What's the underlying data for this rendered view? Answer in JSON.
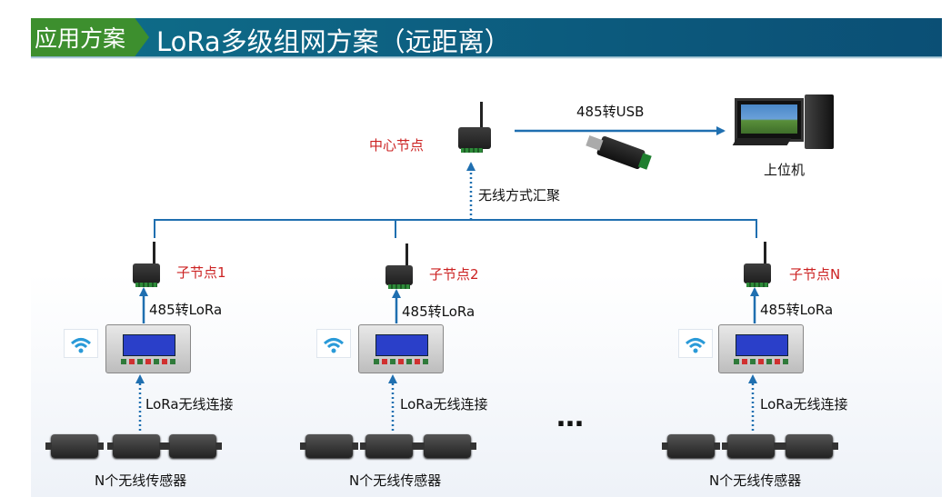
{
  "header": {
    "tag": "应用方案",
    "title": "LoRa多级组网方案（远距离）"
  },
  "center": {
    "label": "中心节点",
    "aggregation_label": "无线方式汇聚",
    "usb_label": "485转USB",
    "host_label": "上位机"
  },
  "subnodes": [
    {
      "label": "子节点1",
      "lora_label": "485转LoRa",
      "wireless_label": "LoRa无线连接",
      "sensors_label": "N个无线传感器"
    },
    {
      "label": "子节点2",
      "lora_label": "485转LoRa",
      "wireless_label": "LoRa无线连接",
      "sensors_label": "N个无线传感器"
    },
    {
      "label": "子节点N",
      "lora_label": "485转LoRa",
      "wireless_label": "LoRa无线连接",
      "sensors_label": "N个无线传感器"
    }
  ],
  "ellipsis": "…",
  "colors": {
    "banner": "#0d6182",
    "tag": "#3d8f2e",
    "arrow": "#1f6fb0",
    "node_label": "#cc2222"
  }
}
